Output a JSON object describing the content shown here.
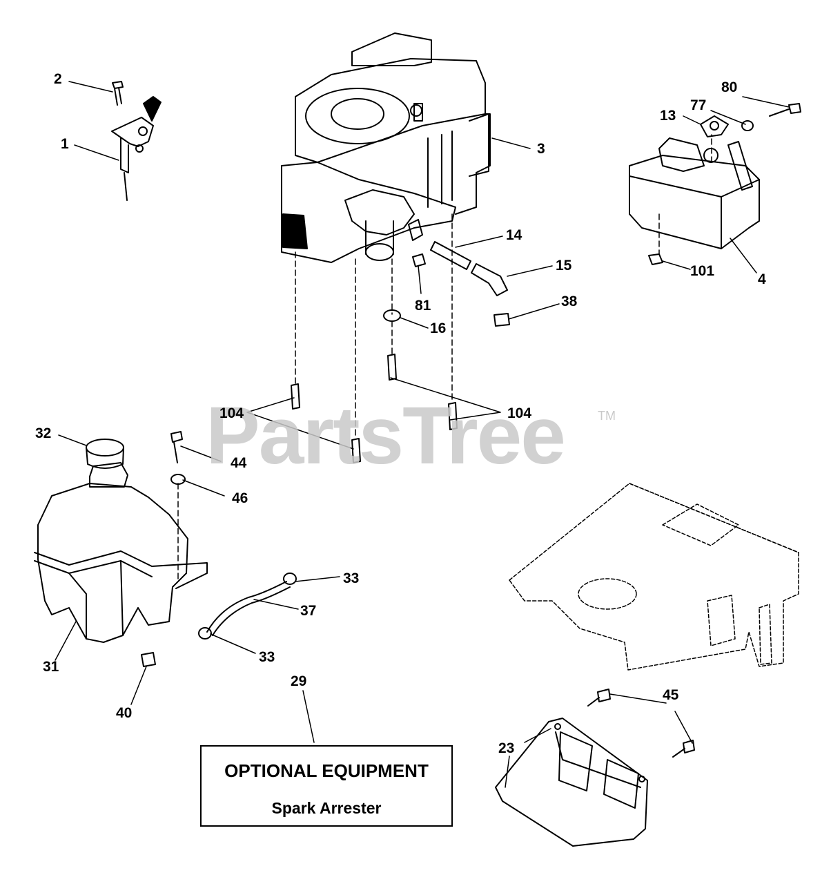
{
  "watermark": {
    "text": "PartsTree",
    "trademark": "TM"
  },
  "optional_equipment": {
    "title": "OPTIONAL EQUIPMENT",
    "subtitle": "Spark Arrester"
  },
  "callouts": {
    "c1": "1",
    "c2": "2",
    "c3": "3",
    "c4": "4",
    "c13": "13",
    "c14": "14",
    "c15": "15",
    "c16": "16",
    "c23": "23",
    "c29": "29",
    "c31": "31",
    "c32": "32",
    "c33a": "33",
    "c33b": "33",
    "c37": "37",
    "c38": "38",
    "c40": "40",
    "c44": "44",
    "c45": "45",
    "c46": "46",
    "c77": "77",
    "c80": "80",
    "c81": "81",
    "c101": "101",
    "c104a": "104",
    "c104b": "104"
  },
  "colors": {
    "line": "#000000",
    "watermark": "#c9c9c9",
    "background": "#ffffff"
  }
}
